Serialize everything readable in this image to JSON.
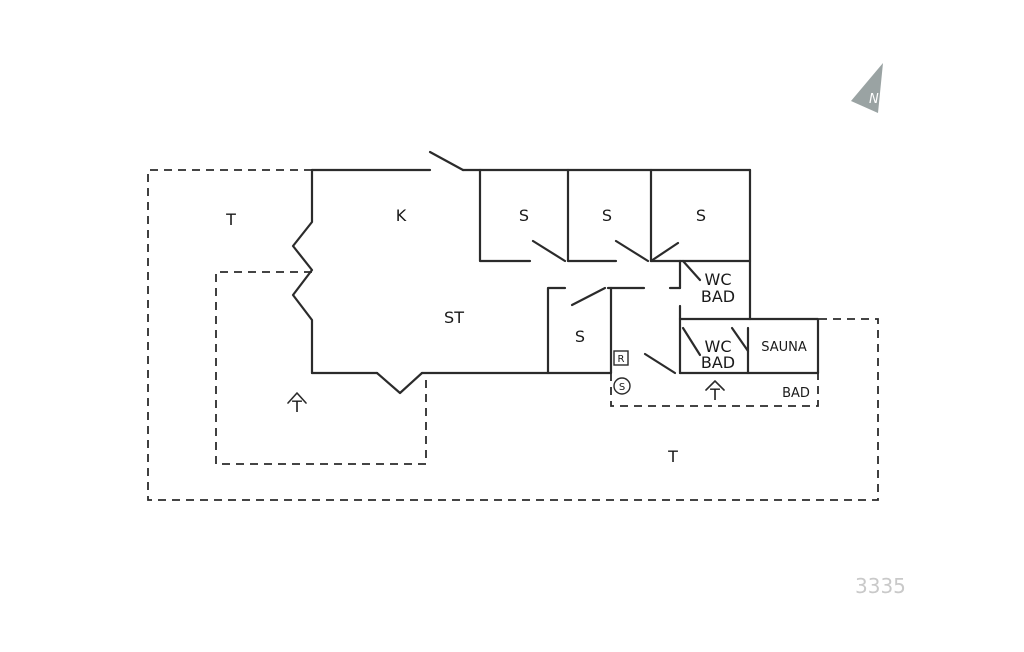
{
  "compass": {
    "letter": "N"
  },
  "labels": {
    "terrace_left": "T",
    "kitchen": "K",
    "living": "ST",
    "bedroom_1": "S",
    "bedroom_2": "S",
    "bedroom_3": "S",
    "bedroom_4": "S",
    "wc_bath_1_line1": "WC",
    "wc_bath_1_line2": "BAD",
    "wc_bath_2_line1": "WC",
    "wc_bath_2_line2": "BAD",
    "sauna": "SAUNA",
    "outdoor_bath": "BAD",
    "terrace_bottom": "T",
    "covered_terrace_left": "T",
    "covered_terrace_right": "T",
    "utility_r": "R",
    "utility_s": "S"
  },
  "plan_number": "3335"
}
